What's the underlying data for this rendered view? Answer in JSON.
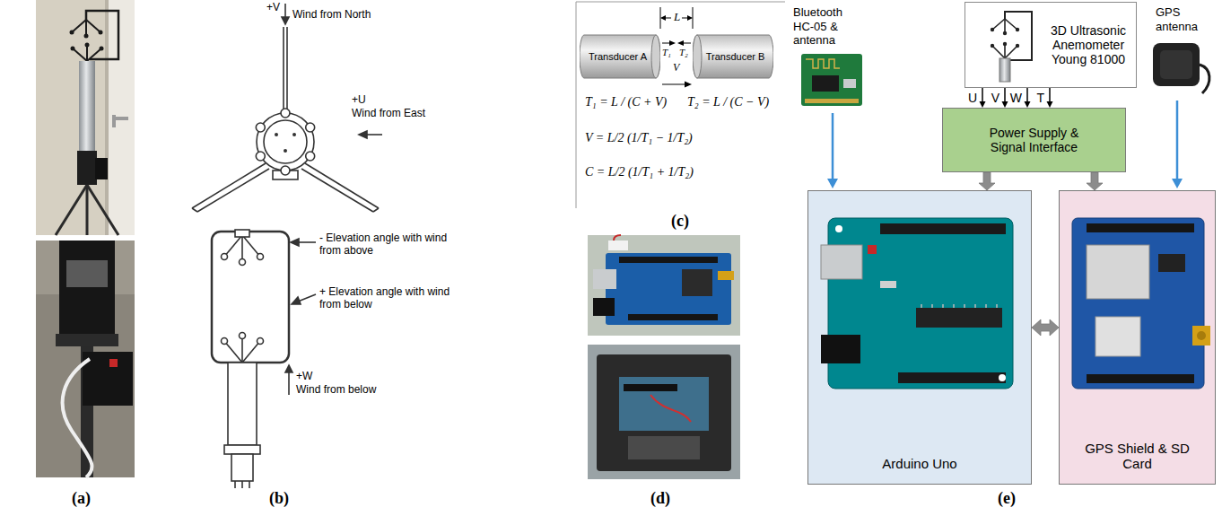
{
  "diagram": {
    "nodes": [
      {
        "text": [
          "Transducer A"
        ]
      },
      {
        "text": [
          "Transducer B"
        ]
      },
      {
        "text": [
          "3D Ultrasonic Anemometer Young 81000"
        ]
      },
      {
        "text": [
          "Power Supply & Signal Interface"
        ]
      },
      {
        "text": [
          "Arduino Uno"
        ]
      },
      {
        "text": [
          "GPS Shield & SD Card"
        ]
      }
    ],
    "edges": [
      {
        "from": 2,
        "to": 3,
        "label": "U",
        "arrow": "to"
      },
      {
        "from": 2,
        "to": 3,
        "label": "V",
        "arrow": "to"
      },
      {
        "from": 2,
        "to": 3,
        "label": "W",
        "arrow": "to"
      },
      {
        "from": 2,
        "to": 3,
        "label": "T",
        "arrow": "to"
      },
      {
        "from": 3,
        "to": 4,
        "arrow": "to"
      },
      {
        "from": 3,
        "to": 5,
        "arrow": "to"
      },
      {
        "from": 4,
        "to": 5,
        "arrow": "both"
      }
    ],
    "labels": [
      "(a)",
      "(b)",
      "(c)",
      "(d)",
      "(e)",
      "+V",
      "Wind from North",
      "+U",
      "Wind from East",
      "- Elevation angle with wind from above",
      "+ Elevation angle with wind from below",
      "+W",
      "Wind from below",
      "L",
      "T₁",
      "T₂",
      "V",
      "T₁ = L / (C + V)",
      "T₂ = L / (C − V)",
      "V = L/2 (1/T₁ − 1/T₂)",
      "C = L/2 (1/T₁ + 1/T₂)",
      "Bluetooth HC-05 & antenna",
      "GPS antenna"
    ]
  }
}
